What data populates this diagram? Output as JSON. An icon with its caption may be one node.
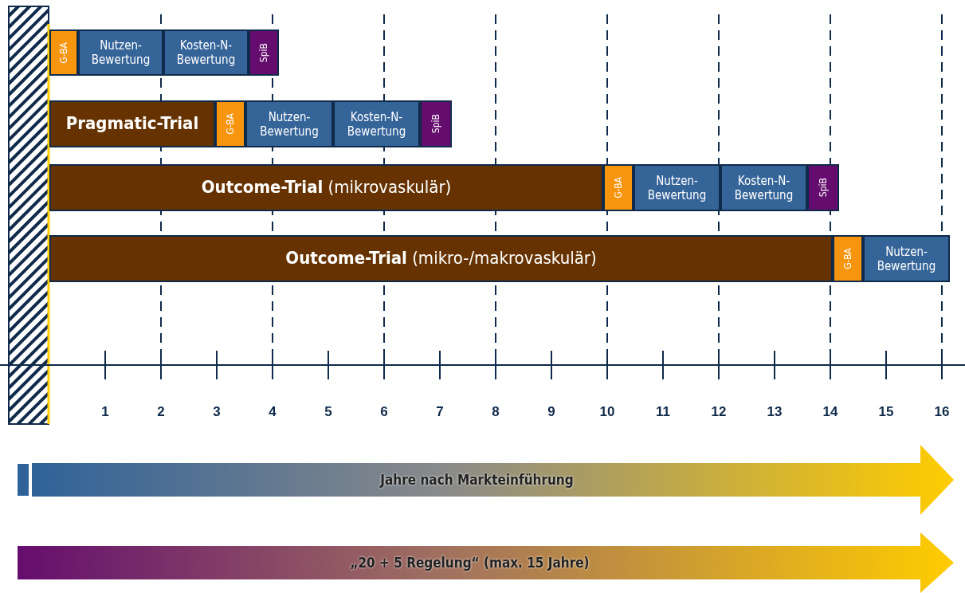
{
  "diagram": {
    "nodes": [
      {
        "text": [
          "G-BA"
        ]
      },
      {
        "text": [
          "Nutzen- Bewertung"
        ]
      },
      {
        "text": [
          "Kosten-N- Bewertung"
        ]
      },
      {
        "text": [
          "SpiB"
        ]
      },
      {
        "text": [
          "Pragmatic-Trial"
        ]
      },
      {
        "text": [
          "G-BA"
        ]
      },
      {
        "text": [
          "Nutzen- Bewertung"
        ]
      },
      {
        "text": [
          "Kosten-N- Bewertung"
        ]
      },
      {
        "text": [
          "SpiB"
        ]
      },
      {
        "text": [
          "**Outcome-Trial** (mikrovaskulär)"
        ]
      },
      {
        "text": [
          "G-BA"
        ]
      },
      {
        "text": [
          "Nutzen- Bewertung"
        ]
      },
      {
        "text": [
          "Kosten-N- Bewertung"
        ]
      },
      {
        "text": [
          "SpiB"
        ]
      },
      {
        "text": [
          "**Outcome-Trial** (mikro-/makrovaskulär)"
        ]
      },
      {
        "text": [
          "G-BA"
        ]
      },
      {
        "text": [
          "Nutzen- Bewertung"
        ]
      },
      {
        "text": [
          "Jahre nach Markteinführung"
        ]
      },
      {
        "text": [
          "„20 + 5 Regelung“ (max. 15 Jahre)"
        ]
      },
      {
        "text": [],
        "shape": "bar"
      }
    ],
    "labels": [
      "1",
      "2",
      "3",
      "4",
      "5",
      "6",
      "7",
      "8",
      "9",
      "10",
      "11",
      "12",
      "13",
      "14",
      "15",
      "16"
    ]
  }
}
